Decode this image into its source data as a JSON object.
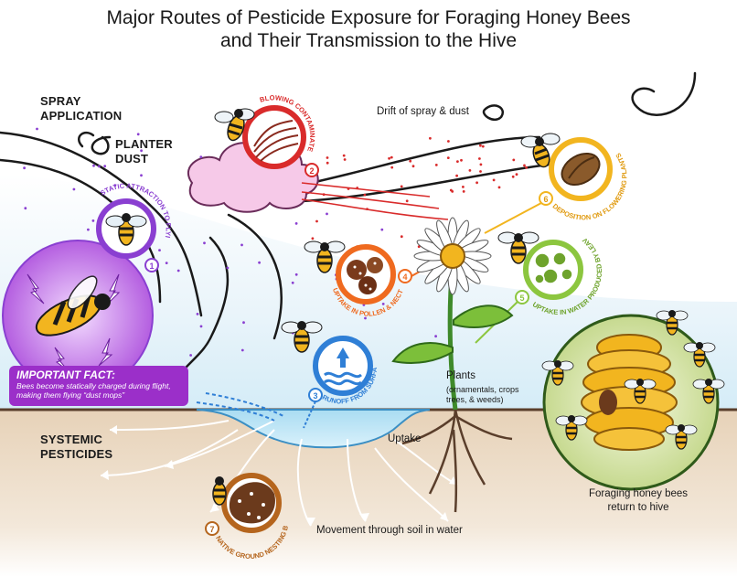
{
  "title": {
    "line1": "Major Routes of Pesticide Exposure for Foraging Honey Bees",
    "line2": "and Their Transmission to the Hive"
  },
  "sources": {
    "spray": [
      "SPRAY",
      "APPLICATION"
    ],
    "planter": [
      "PLANTER",
      "DUST"
    ],
    "systemic": [
      "SYSTEMIC",
      "PESTICIDES"
    ]
  },
  "routes": [
    {
      "number": "1",
      "label": "STATIC ATTRACTION TO FLYING BEE",
      "color": "#8a3fd1"
    },
    {
      "number": "2",
      "label": "BLOWING CONTAMINATED TOPSOIL",
      "color": "#d92b2b"
    },
    {
      "number": "3",
      "label": "RUNOFF FROM SURFACE WATER",
      "color": "#2f7fd6"
    },
    {
      "number": "4",
      "label": "UPTAKE IN POLLEN & NECTAR",
      "color": "#ef6a1f"
    },
    {
      "number": "5",
      "label": "UPTAKE IN WATER PRODUCED BY LEAVES",
      "color": "#8cc63f"
    },
    {
      "number": "6",
      "label": "DEPOSITION ON FLOWERING PLANTS",
      "color": "#f2b51f"
    },
    {
      "number": "7",
      "label": "NATIVE GROUND NESTING BEES",
      "color": "#b5651d"
    }
  ],
  "fact": {
    "title": "IMPORTANT FACT:",
    "text": "Bees become statically charged during flight, making them flying “dust mops”"
  },
  "labels": {
    "drift": "Drift of spray & dust",
    "plants": "Plants",
    "plants_detail": [
      "(ornamentals, crops",
      "trees, & weeds)"
    ],
    "uptake": "Uptake",
    "movement": "Movement through soil in water",
    "hive": [
      "Foraging honey bees",
      "return to hive"
    ]
  },
  "icons": [
    "bee-icon",
    "cloud-icon",
    "flower-icon",
    "beehive-icon",
    "water-drop-icon",
    "lightning-icon",
    "seed-icon",
    "swirl-icon"
  ]
}
